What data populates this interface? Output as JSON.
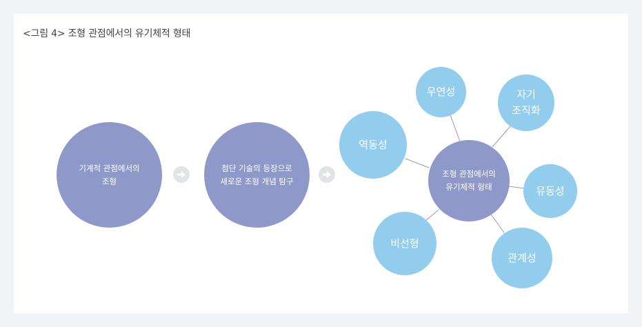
{
  "caption": "<그림 4> 조형 관점에서의 유기체적 형태",
  "stages": [
    {
      "lines": [
        "기계적 관점에서의",
        "조형"
      ]
    },
    {
      "lines": [
        "첨단 기술의 등장으로",
        "새로운 조형 개념 탐구"
      ]
    }
  ],
  "hub": {
    "lines": [
      "조형 관점에서의",
      "유기체적 형태"
    ]
  },
  "satellites": {
    "uyeonseong": {
      "lines": [
        "우연성"
      ]
    },
    "jagi": {
      "lines": [
        "자기",
        "조직화"
      ]
    },
    "yeokdongseong": {
      "lines": [
        "역동성"
      ]
    },
    "yudongseong": {
      "lines": [
        "유동성"
      ]
    },
    "biseonhyeong": {
      "lines": [
        "비선형"
      ]
    },
    "gwangyeseong": {
      "lines": [
        "관계성"
      ]
    }
  },
  "colors": {
    "stage_fill": "#8f99c9",
    "satellite_fill": "#93cdee",
    "connector": "#9a9a9a",
    "arrow_bg": "#e1e3e6"
  }
}
